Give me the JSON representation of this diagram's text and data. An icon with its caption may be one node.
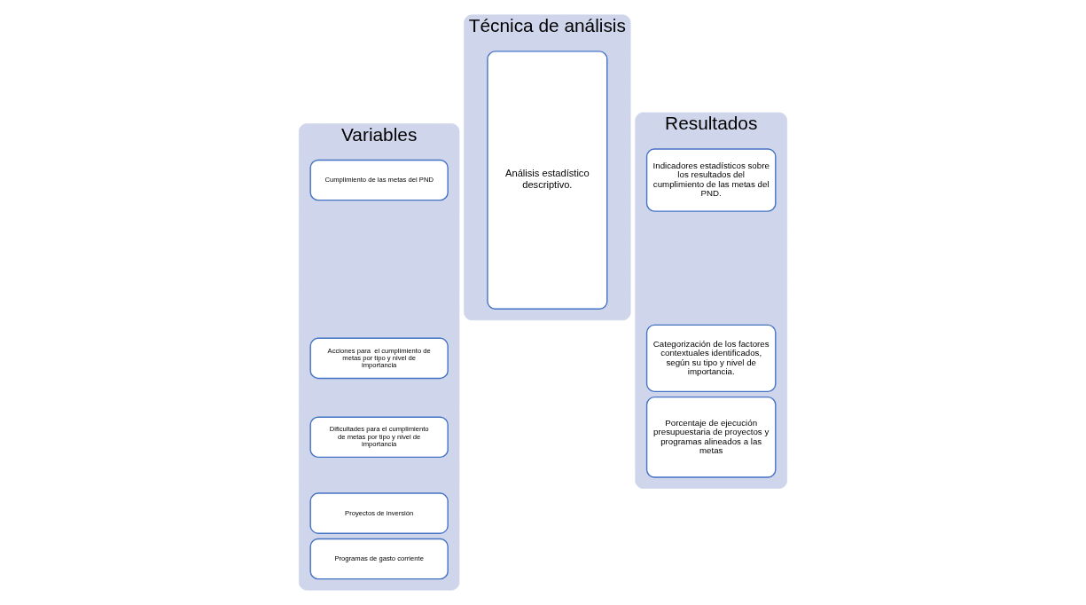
{
  "diagram": {
    "nodes": [
      {
        "text": [
          "Variables"
        ]
      },
      {
        "text": [
          "Cumplimiento de las metas del PND"
        ],
        "in": 0
      },
      {
        "text": [
          "Acciones para  el cumplimiento de metas por tipo y nivel de importancia"
        ],
        "in": 0
      },
      {
        "text": [
          "Dificultades para el cumplimiento de metas por tipo y nivel de importancia"
        ],
        "in": 0
      },
      {
        "text": [
          "Proyectos de inversión"
        ],
        "in": 0
      },
      {
        "text": [
          "Programas de gasto corriente"
        ],
        "in": 0
      },
      {
        "text": [
          "Técnica de análisis"
        ]
      },
      {
        "text": [
          "Análisis estadístico descriptivo."
        ],
        "in": 6
      },
      {
        "text": [
          "Resultados"
        ]
      },
      {
        "text": [
          "Indicadores estadísticos sobre los resultados del cumplimiento de las metas del PND."
        ],
        "in": 8
      },
      {
        "text": [
          "Categorización de los factores contextuales identificados, según su tipo y nivel de importancia."
        ],
        "in": 8
      },
      {
        "text": [
          "Porcentaje de ejecución presupuestaria de proyectos y programas alineados a las metas"
        ],
        "in": 8
      }
    ],
    "edges": []
  }
}
